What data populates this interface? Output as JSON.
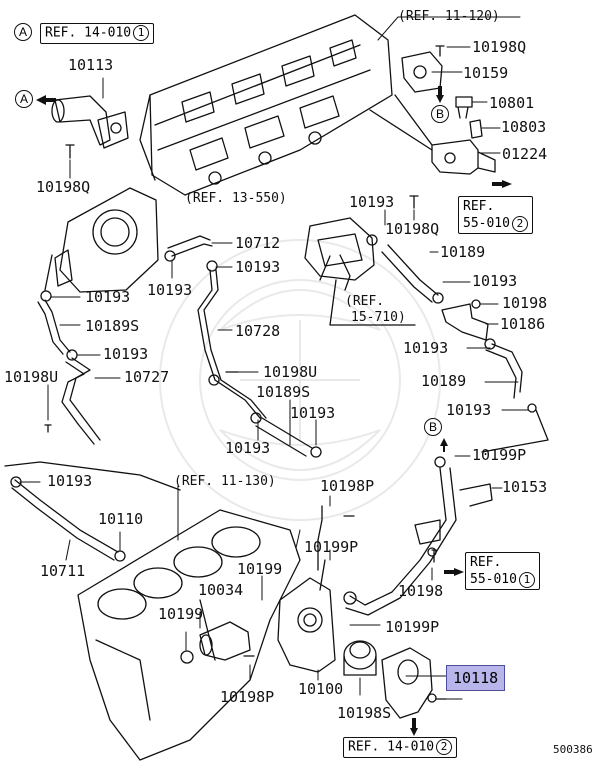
{
  "diagram": {
    "image_code": "500386",
    "highlighted_part": "10118",
    "callouts": [
      {
        "id": "a1",
        "letter": "A"
      },
      {
        "id": "a2",
        "letter": "A"
      },
      {
        "id": "b1",
        "letter": "B"
      },
      {
        "id": "b2",
        "letter": "B"
      }
    ],
    "boxed_refs": [
      {
        "id": "r1",
        "text": "REF. 14-010",
        "num": "1",
        "prefix": "A"
      },
      {
        "id": "r2",
        "text": "REF.",
        "line2": "55-010",
        "num": "2"
      },
      {
        "id": "r3",
        "text": "REF.",
        "line2": "55-010",
        "num": "1"
      },
      {
        "id": "r4",
        "text": "REF. 14-010",
        "num": "2"
      }
    ],
    "plain_refs": [
      {
        "id": "p1",
        "text": "(REF. 11-120)"
      },
      {
        "id": "p2",
        "text": "(REF. 13-550)"
      },
      {
        "id": "p3",
        "text": "(REF.",
        "line2": "15-710)"
      },
      {
        "id": "p4",
        "text": "(REF. 11-130)"
      }
    ],
    "labels": [
      {
        "id": "l01",
        "text": "10198Q"
      },
      {
        "id": "l02",
        "text": "10159"
      },
      {
        "id": "l03",
        "text": "10801"
      },
      {
        "id": "l04",
        "text": "10803"
      },
      {
        "id": "l05",
        "text": "01224"
      },
      {
        "id": "l06",
        "text": "10113"
      },
      {
        "id": "l07",
        "text": "10198Q"
      },
      {
        "id": "l08",
        "text": "10193"
      },
      {
        "id": "l09",
        "text": "10198Q"
      },
      {
        "id": "l10",
        "text": "10712"
      },
      {
        "id": "l11",
        "text": "10193"
      },
      {
        "id": "l12",
        "text": "10189"
      },
      {
        "id": "l13",
        "text": "10193"
      },
      {
        "id": "l14",
        "text": "10193"
      },
      {
        "id": "l15",
        "text": "10198"
      },
      {
        "id": "l16",
        "text": "10189S"
      },
      {
        "id": "l17",
        "text": "10186"
      },
      {
        "id": "l18",
        "text": "10728"
      },
      {
        "id": "l19",
        "text": "10193"
      },
      {
        "id": "l20",
        "text": "10193"
      },
      {
        "id": "l21",
        "text": "10198U"
      },
      {
        "id": "l22",
        "text": "10727"
      },
      {
        "id": "l23",
        "text": "10198U"
      },
      {
        "id": "l24",
        "text": "10189S"
      },
      {
        "id": "l25",
        "text": "10189"
      },
      {
        "id": "l26",
        "text": "10193"
      },
      {
        "id": "l27",
        "text": "10193"
      },
      {
        "id": "l28",
        "text": "10193"
      },
      {
        "id": "l29",
        "text": "10199P"
      },
      {
        "id": "l30",
        "text": "10193"
      },
      {
        "id": "l31",
        "text": "10153"
      },
      {
        "id": "l32",
        "text": "10198P"
      },
      {
        "id": "l33",
        "text": "10193"
      },
      {
        "id": "l34",
        "text": "10199P"
      },
      {
        "id": "l35",
        "text": "10711"
      },
      {
        "id": "l36",
        "text": "10199"
      },
      {
        "id": "l37",
        "text": "10198"
      },
      {
        "id": "l38",
        "text": "10034"
      },
      {
        "id": "l39",
        "text": "10199"
      },
      {
        "id": "l40",
        "text": "10199P"
      },
      {
        "id": "l41",
        "text": "10100"
      },
      {
        "id": "l42",
        "text": "10198P"
      },
      {
        "id": "l43",
        "text": "10110"
      },
      {
        "id": "l44",
        "text": "10198S"
      }
    ]
  }
}
